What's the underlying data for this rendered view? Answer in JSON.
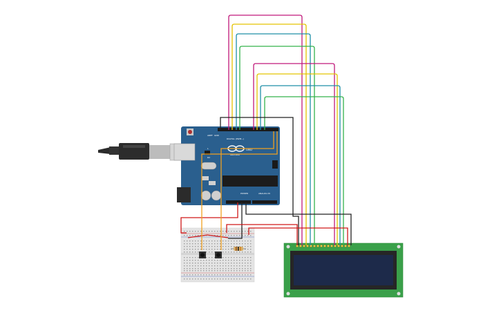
{
  "board": {
    "header_digital": "DIGITAL (PWM~)",
    "header_power": "POWER",
    "header_analog": "ANALOG IN",
    "model": "UNO",
    "brand": "ARDUINO",
    "label_tx": "TX",
    "label_rx": "RX",
    "label_l": "L",
    "label_aref": "AREF",
    "label_gnd": "GND"
  },
  "colors": {
    "board": "#2a5f8e",
    "breadboard": "#e4e4e4",
    "lcd_pcb": "#3aa04a",
    "lcd_screen": "#1d2a4a",
    "wire_magenta": "#c0187a",
    "wire_yellow": "#e3c300",
    "wire_teal": "#1e8fa8",
    "wire_green": "#33b24a",
    "wire_black": "#222222",
    "wire_red": "#d01818",
    "wire_orange": "#f0a020"
  },
  "icons": [
    "usb-cable-icon",
    "pushbutton-icon",
    "resistor-icon",
    "chip-icon",
    "crystal-icon"
  ]
}
